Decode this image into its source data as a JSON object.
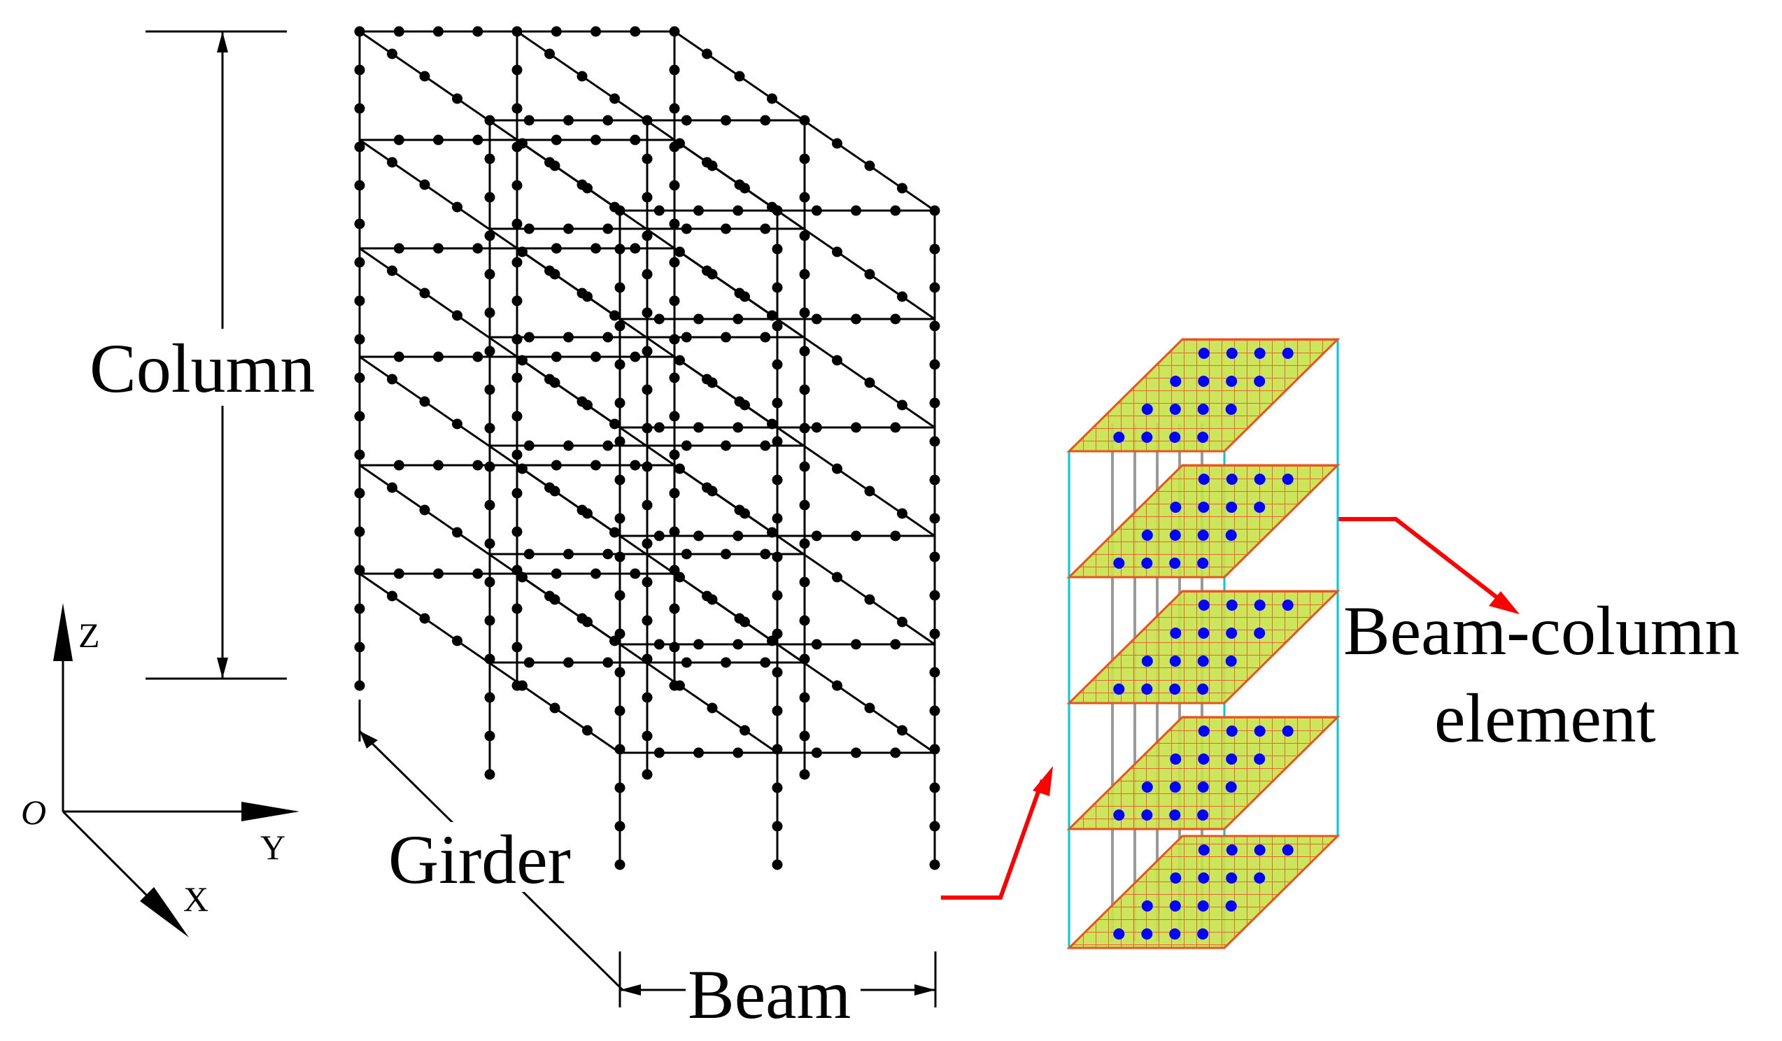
{
  "diagram": {
    "labels": {
      "column": "Column",
      "girder": "Girder",
      "beam": "Beam",
      "element_line1": "Beam-column",
      "element_line2": "element"
    },
    "axes": {
      "origin": "O",
      "x": "X",
      "y": "Y",
      "z": "Z"
    },
    "colors": {
      "frame": "#000000",
      "node": "#000000",
      "arrow": "#ff0000",
      "fiber_grid": "#e8541e",
      "fiber_fill": "#c7e34a",
      "fiber_point": "#0000ff",
      "element_outline": "#00c8e0",
      "element_rod": "#999999"
    }
  }
}
